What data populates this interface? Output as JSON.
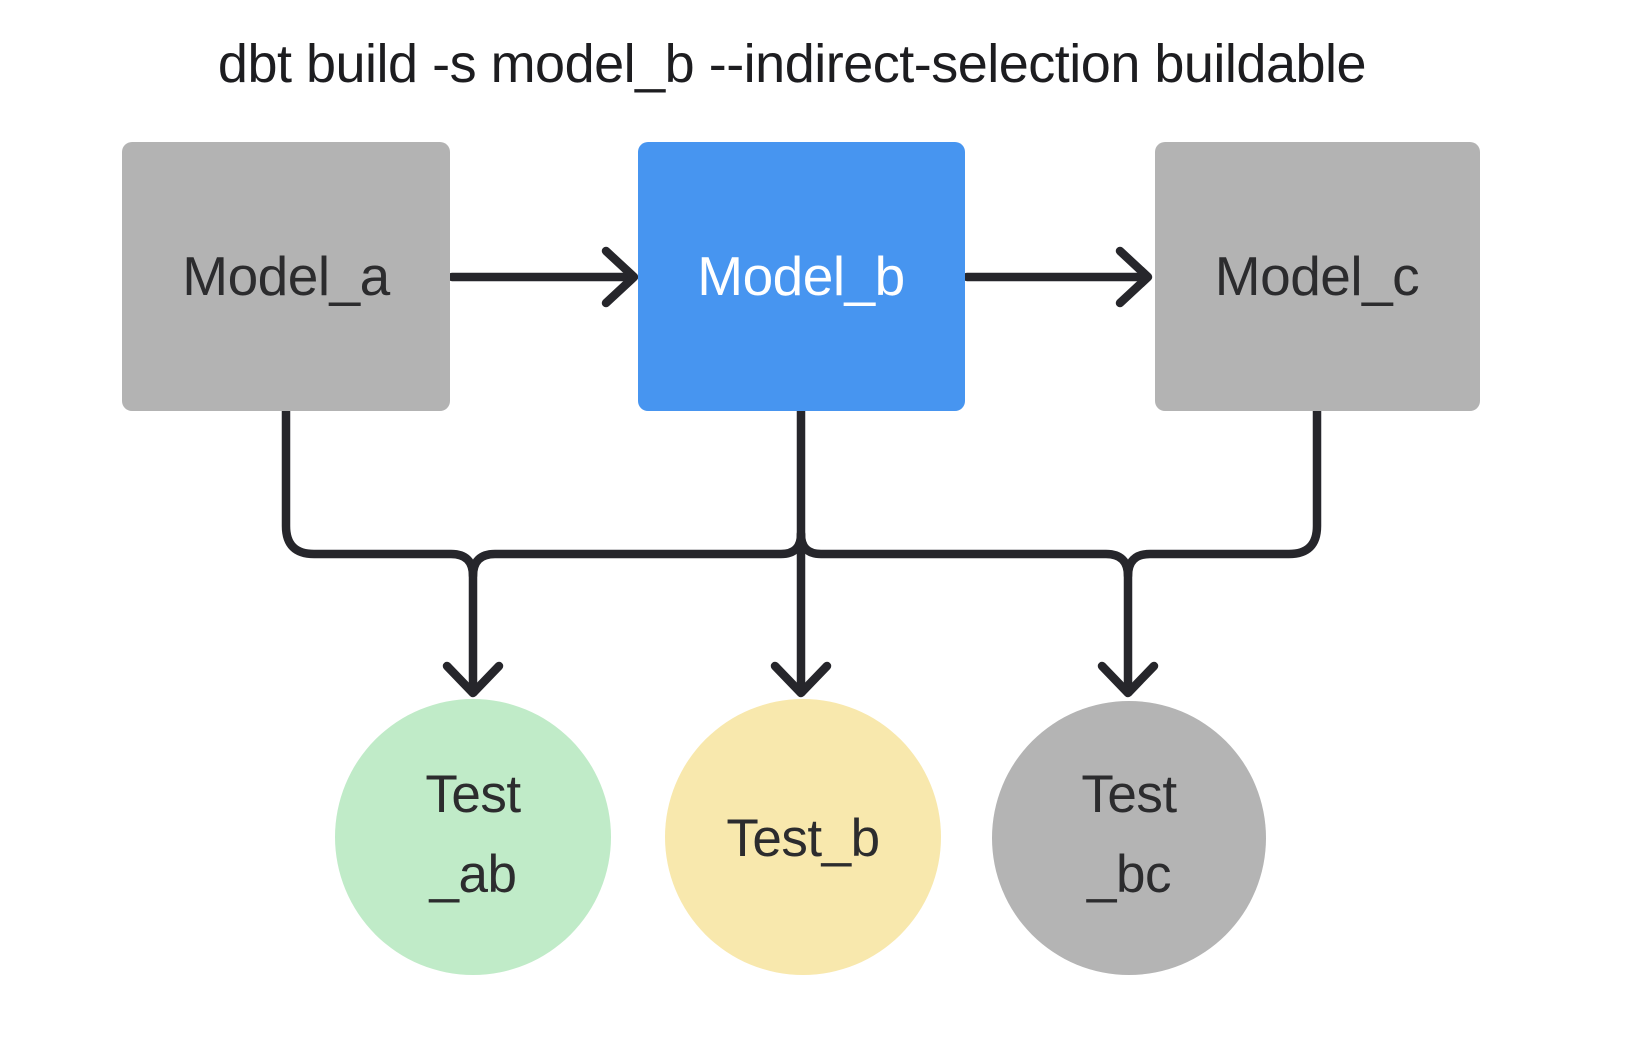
{
  "title": "dbt build -s model_b --indirect-selection buildable",
  "colors": {
    "background": "#ffffff",
    "line": "#26262b",
    "title_text": "#1d1d20",
    "label_dark": "#2c2c2e",
    "label_light": "#ffffff",
    "model_gray": "#b3b3b3",
    "model_blue": "#4795f0",
    "test_green": "#c0ebc8",
    "test_yellow": "#f8e8ad",
    "test_gray": "#b4b4b4"
  },
  "nodes": {
    "model_a": {
      "label": "Model_a",
      "color": "#b3b3b3"
    },
    "model_b": {
      "label": "Model_b",
      "color": "#4795f0"
    },
    "model_c": {
      "label": "Model_c",
      "color": "#b3b3b3"
    },
    "test_ab": {
      "label_line1": "Test",
      "label_line2": "_ab",
      "color": "#c0ebc8"
    },
    "test_b": {
      "label": "Test_b",
      "color": "#f8e8ad"
    },
    "test_bc": {
      "label_line1": "Test",
      "label_line2": "_bc",
      "color": "#b4b4b4"
    }
  }
}
